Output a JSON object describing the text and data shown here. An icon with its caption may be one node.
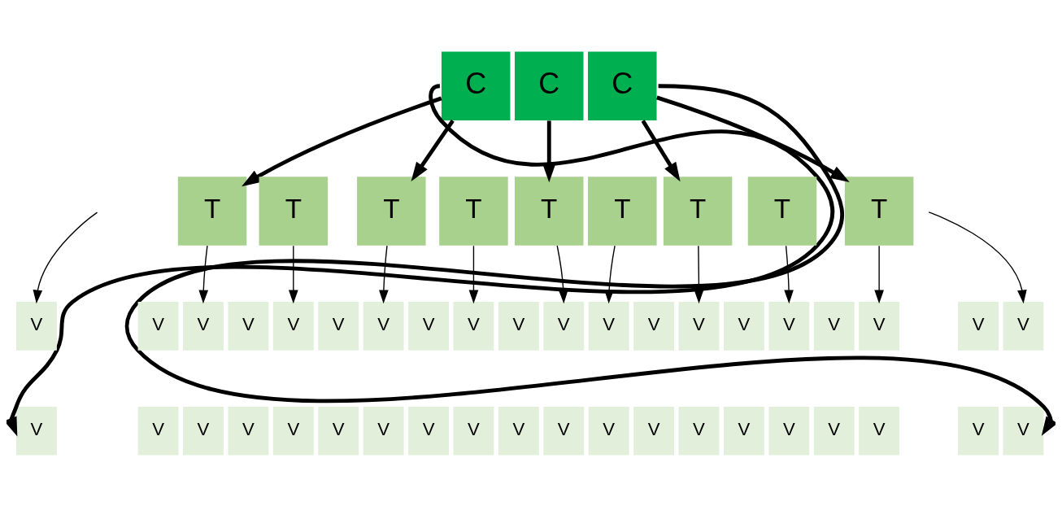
{
  "diagram": {
    "nodes": [
      {
        "text": [
          "C"
        ]
      },
      {
        "text": [
          "C"
        ]
      },
      {
        "text": [
          "C"
        ]
      },
      {
        "text": [
          "T"
        ]
      },
      {
        "text": [
          "T"
        ]
      },
      {
        "text": [
          "T"
        ]
      },
      {
        "text": [
          "T"
        ]
      },
      {
        "text": [
          "T"
        ]
      },
      {
        "text": [
          "T"
        ]
      },
      {
        "text": [
          "T"
        ]
      },
      {
        "text": [
          "T"
        ]
      },
      {
        "text": [
          "T"
        ]
      },
      {
        "text": [
          "V"
        ]
      },
      {
        "text": [
          "V"
        ]
      },
      {
        "text": [
          "V"
        ]
      },
      {
        "text": [
          "V"
        ]
      },
      {
        "text": [
          "V"
        ]
      },
      {
        "text": [
          "V"
        ]
      },
      {
        "text": [
          "V"
        ]
      },
      {
        "text": [
          "V"
        ]
      },
      {
        "text": [
          "V"
        ]
      },
      {
        "text": [
          "V"
        ]
      },
      {
        "text": [
          "V"
        ]
      },
      {
        "text": [
          "V"
        ]
      },
      {
        "text": [
          "V"
        ]
      },
      {
        "text": [
          "V"
        ]
      },
      {
        "text": [
          "V"
        ]
      },
      {
        "text": [
          "V"
        ]
      },
      {
        "text": [
          "V"
        ]
      },
      {
        "text": [
          "V"
        ]
      },
      {
        "text": [
          "V"
        ]
      },
      {
        "text": [
          "V"
        ]
      },
      {
        "text": [
          "V"
        ]
      },
      {
        "text": [
          "V"
        ]
      },
      {
        "text": [
          "V"
        ]
      },
      {
        "text": [
          "V"
        ]
      },
      {
        "text": [
          "V"
        ]
      },
      {
        "text": [
          "V"
        ]
      },
      {
        "text": [
          "V"
        ]
      },
      {
        "text": [
          "V"
        ]
      },
      {
        "text": [
          "V"
        ]
      },
      {
        "text": [
          "V"
        ]
      },
      {
        "text": [
          "V"
        ]
      },
      {
        "text": [
          "V"
        ]
      },
      {
        "text": [
          "V"
        ]
      },
      {
        "text": [
          "V"
        ]
      },
      {
        "text": [
          "V"
        ]
      },
      {
        "text": [
          "V"
        ]
      },
      {
        "text": [
          "V"
        ]
      },
      {
        "text": [
          "V"
        ]
      },
      {
        "text": [
          "V"
        ]
      },
      {
        "text": [
          "V"
        ]
      }
    ],
    "edges": [
      {
        "from": 0,
        "to": 32,
        "arrow": "to",
        "style": "thick"
      },
      {
        "from": 2,
        "to": 51,
        "arrow": "to",
        "style": "thick"
      },
      {
        "from": 0,
        "to": 3,
        "arrow": "to",
        "style": "thick"
      },
      {
        "from": 0,
        "to": 5,
        "arrow": "to",
        "style": "thick"
      },
      {
        "from": 1,
        "to": 7,
        "arrow": "to",
        "style": "thick"
      },
      {
        "from": 2,
        "to": 9,
        "arrow": "to",
        "style": "thick"
      },
      {
        "from": 2,
        "to": 11,
        "arrow": "to",
        "style": "thick"
      },
      {
        "from": null,
        "to": 12,
        "arrow": "to"
      },
      {
        "from": 3,
        "to": 14,
        "arrow": "to"
      },
      {
        "from": 4,
        "to": 16,
        "arrow": "to"
      },
      {
        "from": 5,
        "to": 18,
        "arrow": "to"
      },
      {
        "from": 6,
        "to": 20,
        "arrow": "to"
      },
      {
        "from": 7,
        "to": 22,
        "arrow": "to"
      },
      {
        "from": 8,
        "to": 23,
        "arrow": "to"
      },
      {
        "from": 9,
        "to": 25,
        "arrow": "to"
      },
      {
        "from": 10,
        "to": 27,
        "arrow": "to"
      },
      {
        "from": 11,
        "to": 29,
        "arrow": "to"
      },
      {
        "from": null,
        "to": 31,
        "arrow": "to"
      }
    ]
  }
}
